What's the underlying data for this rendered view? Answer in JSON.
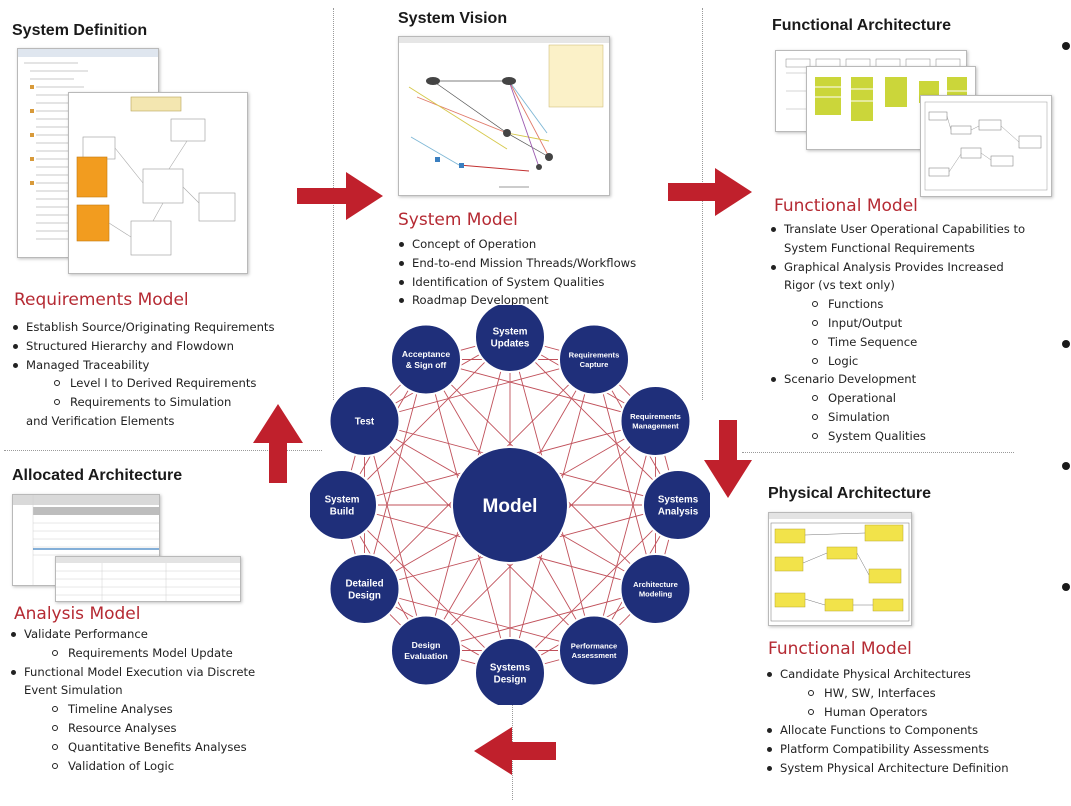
{
  "system_definition": {
    "title": "System Definition",
    "model_title": "Requirements Model",
    "items": [
      {
        "text": "Establish Source/Originating Requirements",
        "level": 0
      },
      {
        "text": "Structured Hierarchy and Flowdown",
        "level": 0
      },
      {
        "text": "Managed Traceability",
        "level": 0
      },
      {
        "text": "Level I to Derived Requirements",
        "level": 1
      },
      {
        "text": "Requirements to Simulation",
        "level": 1
      },
      {
        "text": "and Verification Elements",
        "level": 2
      }
    ]
  },
  "system_vision": {
    "title": "System Vision",
    "model_title": "System Model",
    "items": [
      {
        "text": "Concept of Operation",
        "level": 0
      },
      {
        "text": "End-to-end Mission Threads/Workflows",
        "level": 0
      },
      {
        "text": "Identification of System Qualities",
        "level": 0
      },
      {
        "text": "Roadmap Development",
        "level": 0
      }
    ]
  },
  "functional_architecture": {
    "title": "Functional Architecture",
    "model_title": "Functional Model",
    "items": [
      {
        "text": "Translate User Operational Capabilities to",
        "level": 0
      },
      {
        "text": "System Functional Requirements",
        "level": 2
      },
      {
        "text": "Graphical Analysis Provides Increased",
        "level": 0
      },
      {
        "text": "Rigor (vs text only)",
        "level": 2
      },
      {
        "text": "Functions",
        "level": 1
      },
      {
        "text": "Input/Output",
        "level": 1
      },
      {
        "text": "Time Sequence",
        "level": 1
      },
      {
        "text": "Logic",
        "level": 1
      },
      {
        "text": "Scenario Development",
        "level": 0
      },
      {
        "text": "Operational",
        "level": 1
      },
      {
        "text": "Simulation",
        "level": 1
      },
      {
        "text": "System Qualities",
        "level": 1
      }
    ]
  },
  "allocated_architecture": {
    "title": "Allocated Architecture",
    "model_title": "Analysis Model",
    "items": [
      {
        "text": "Validate Performance",
        "level": 0
      },
      {
        "text": "Requirements Model Update",
        "level": 1
      },
      {
        "text": "Functional Model Execution via Discrete",
        "level": 0
      },
      {
        "text": "Event Simulation",
        "level": 2
      },
      {
        "text": "Timeline Analyses",
        "level": 1
      },
      {
        "text": "Resource Analyses",
        "level": 1
      },
      {
        "text": "Quantitative Benefits Analyses",
        "level": 1
      },
      {
        "text": "Validation of Logic",
        "level": 1
      }
    ]
  },
  "physical_architecture": {
    "title": "Physical Architecture",
    "model_title": "Functional Model",
    "items": [
      {
        "text": "Candidate Physical Architectures",
        "level": 0
      },
      {
        "text": "HW, SW, Interfaces",
        "level": 1
      },
      {
        "text": "Human Operators",
        "level": 1
      },
      {
        "text": "Allocate Functions to Components",
        "level": 0
      },
      {
        "text": "Platform Compatibility Assessments",
        "level": 0
      },
      {
        "text": "System Physical Architecture Definition",
        "level": 0
      }
    ]
  },
  "wheel": {
    "center_label": "Model",
    "nodes": [
      {
        "name": "node-system-updates",
        "lines": [
          "System",
          "Updates"
        ]
      },
      {
        "name": "node-requirements-capture",
        "lines": [
          "Requirements",
          "Capture"
        ]
      },
      {
        "name": "node-requirements-management",
        "lines": [
          "Requirements",
          "Management"
        ]
      },
      {
        "name": "node-systems-analysis",
        "lines": [
          "Systems",
          "Analysis"
        ]
      },
      {
        "name": "node-architecture-modeling",
        "lines": [
          "Architecture",
          "Modeling"
        ]
      },
      {
        "name": "node-performance-assessment",
        "lines": [
          "Performance",
          "Assessment"
        ]
      },
      {
        "name": "node-systems-design",
        "lines": [
          "Systems",
          "Design"
        ]
      },
      {
        "name": "node-design-evaluation",
        "lines": [
          "Design",
          "Evaluation"
        ]
      },
      {
        "name": "node-detailed-design",
        "lines": [
          "Detailed",
          "Design"
        ]
      },
      {
        "name": "node-system-build",
        "lines": [
          "System",
          "Build"
        ]
      },
      {
        "name": "node-test",
        "lines": [
          "Test"
        ]
      },
      {
        "name": "node-acceptance-sign-off",
        "lines": [
          "Acceptance",
          "& Sign off"
        ]
      }
    ]
  },
  "colors": {
    "accent_red": "#b52a33",
    "arrow_red": "#c0202c",
    "node_navy": "#1f2f7a",
    "edge_red": "#c0505a"
  }
}
